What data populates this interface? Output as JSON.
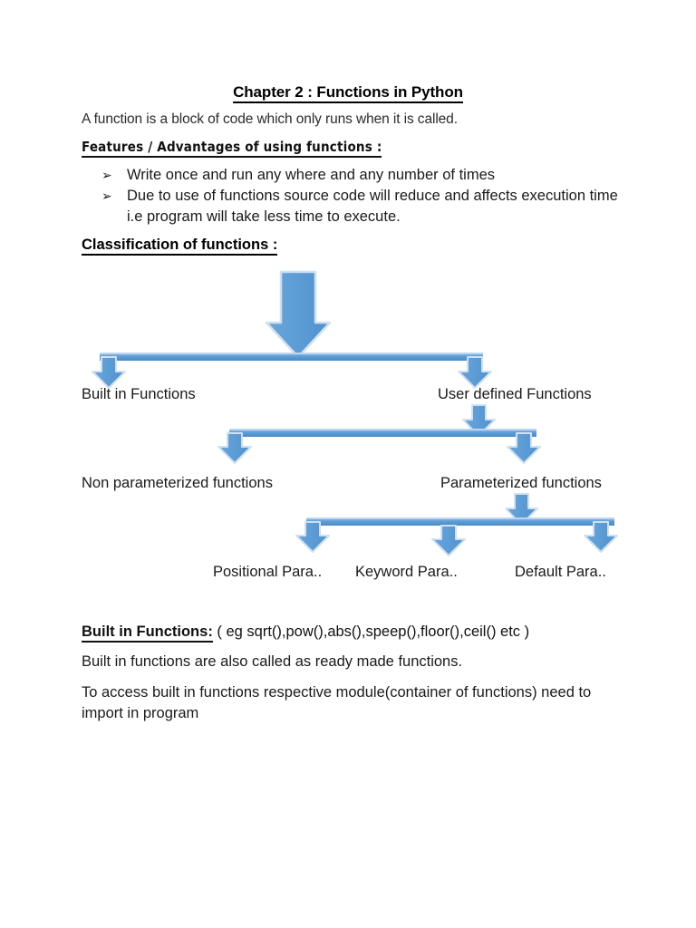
{
  "document": {
    "title": "Chapter 2 : Functions in Python",
    "intro": "A function is a block of code which only runs when it is called.",
    "features_heading": "Features / Advantages of using functions :",
    "bullet_marker": "➢",
    "bullets": [
      "Write once and run any where and any number of times",
      "Due to use of functions source code will reduce and affects execution time i.e program will take less time to execute."
    ],
    "classification_heading": "Classification of functions :",
    "builtin_heading": "Built in Functions:",
    "builtin_examples": "( eg sqrt(),pow(),abs(),speep(),floor(),ceil() etc )",
    "paragraphs": [
      "Built in functions are also called as ready made functions.",
      "To access built in functions respective module(container of functions) need to import in program"
    ]
  },
  "diagram": {
    "accent_color": "#5B9BD5",
    "accent_light": "#7BB0DE",
    "accent_edge": "#AFCBE8",
    "levels": [
      {
        "level": 1,
        "nodes": [
          {
            "label": "Built in Functions"
          },
          {
            "label": "User defined Functions"
          }
        ]
      },
      {
        "level": 2,
        "nodes": [
          {
            "label": "Non parameterized functions"
          },
          {
            "label": "Parameterized functions"
          }
        ]
      },
      {
        "level": 3,
        "nodes": [
          {
            "label": "Positional Para.."
          },
          {
            "label": "Keyword Para.."
          },
          {
            "label": "Default Para.."
          }
        ]
      }
    ]
  }
}
